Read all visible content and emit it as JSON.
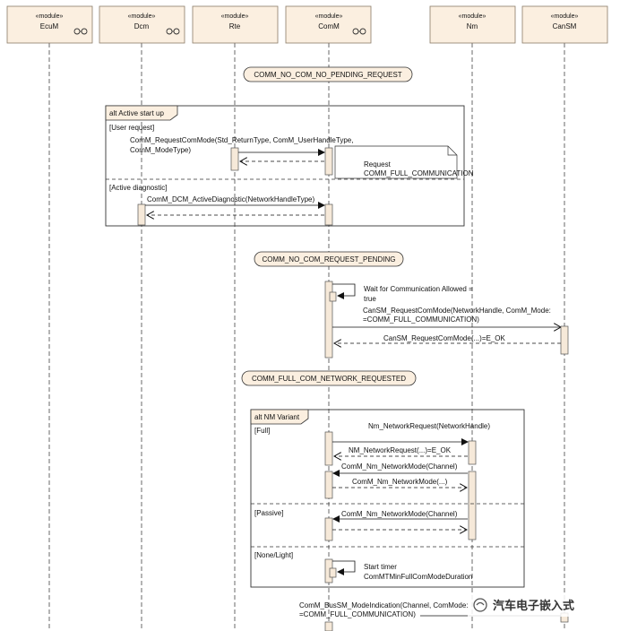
{
  "lifelines": [
    {
      "stereotype": "«module»",
      "name": "EcuM"
    },
    {
      "stereotype": "«module»",
      "name": "Dcm"
    },
    {
      "stereotype": "«module»",
      "name": "Rte"
    },
    {
      "stereotype": "«module»",
      "name": "ComM"
    },
    {
      "stereotype": "«module»",
      "name": "Nm"
    },
    {
      "stereotype": "«module»",
      "name": "CanSM"
    }
  ],
  "states": {
    "s1": "COMM_NO_COM_NO_PENDING_REQUEST",
    "s2": "COMM_NO_COM_REQUEST_PENDING",
    "s3": "COMM_FULL_COM_NETWORK_REQUESTED"
  },
  "alt1": {
    "title": "alt Active start up",
    "guard1": "[User request]",
    "guard2": "[Active diagnostic]",
    "msg_request_l1": "ComM_RequestComMode(Std_ReturnType, ComM_UserHandleType,",
    "msg_request_l2": "ComM_ModeType)",
    "note_l1": "Request",
    "note_l2": "COMM_FULL_COMMUNICATION",
    "msg_dcm": "ComM_DCM_ActiveDiagnostic(NetworkHandleType)"
  },
  "block2": {
    "wait_l1": "Wait for Communication Allowed =",
    "wait_l2": "true",
    "cansm_req_l1": "CanSM_RequestComMode(NetworkHandle, ComM_Mode:",
    "cansm_req_l2": "=COMM_FULL_COMMUNICATION)",
    "cansm_ret": "CanSM_RequestComMode(...)=E_OK"
  },
  "alt2": {
    "title": "alt NM Variant",
    "guard_full": "[Full]",
    "guard_passive": "[Passive]",
    "guard_none": "[None/Light]",
    "nm_req": "Nm_NetworkRequest(NetworkHandle)",
    "nm_ret": "NM_NetworkRequest(...)=E_OK",
    "nm_mode1": "ComM_Nm_NetworkMode(Channel)",
    "nm_mode1_ret": "ComM_Nm_NetworkMode(...)",
    "nm_mode2": "ComM_Nm_NetworkMode(Channel)",
    "timer_l1": "Start timer",
    "timer_l2": "ComMTMinFullComModeDuration"
  },
  "bottom": {
    "busm_l1": "ComM_BusSM_ModeIndication(Channel, ComMode:",
    "busm_l2": "=COMM_FULL_COMMUNICATION)"
  },
  "watermark": "汽车电子嵌入式",
  "colors": {
    "box_fill": "#fbefe0",
    "box_stroke": "#8a7a66",
    "state_fill": "#fbefe0",
    "activation": "#f6e9d9"
  }
}
